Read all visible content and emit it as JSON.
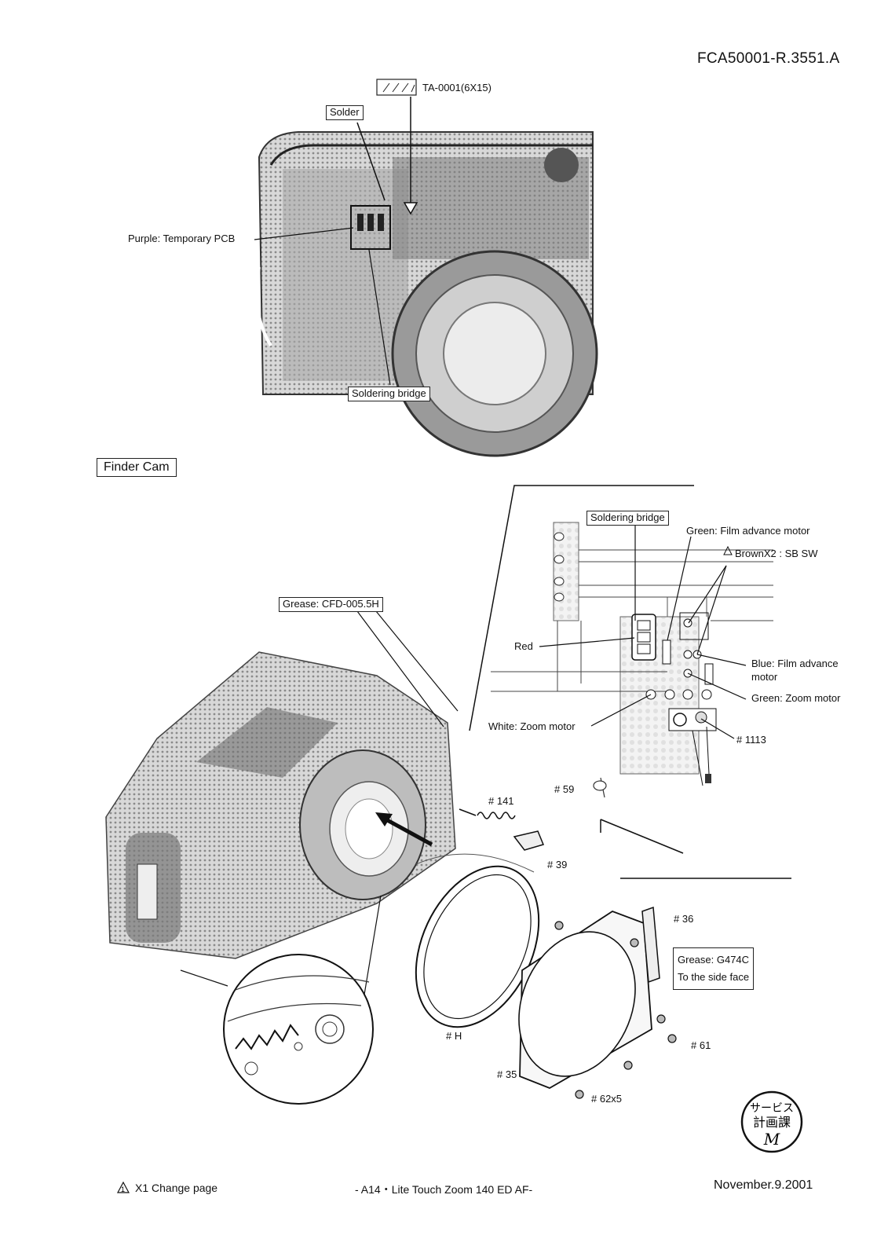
{
  "document": {
    "id": "FCA50001-R.3551.A"
  },
  "top_figure": {
    "tape_label": "TA-0001(6X15)",
    "solder": "Solder",
    "purple_pcb": "Purple: Temporary PCB",
    "soldering_bridge": "Soldering bridge"
  },
  "finder_cam": {
    "title": "Finder Cam",
    "grease_main": "Grease: CFD-005.5H",
    "part_141": "# 141",
    "part_39": "# 39",
    "part_36": "# 36",
    "part_h": "# H",
    "part_61": "# 61",
    "part_35": "# 35",
    "part_62": "# 62x5",
    "grease_g474c": "Grease: G474C",
    "side_face": "To the side face"
  },
  "inset": {
    "soldering_bridge": "Soldering bridge",
    "green_film_motor": "Green: Film advance motor",
    "brown_sb": "BrownX2 : SB SW",
    "red": "Red",
    "blue_film_motor_1": "Blue: Film advance",
    "blue_film_motor_2": "motor",
    "green_zoom": "Green: Zoom motor",
    "white_zoom": "White: Zoom motor",
    "part_1113": "# 1113",
    "part_59": "# 59"
  },
  "stamp": {
    "line1": "サービス",
    "line2": "計画課",
    "line3": "M"
  },
  "footer": {
    "change_note": "X1  Change page",
    "center": "- A14・Lite Touch Zoom  140 ED AF-",
    "date": "November.9.2001"
  }
}
